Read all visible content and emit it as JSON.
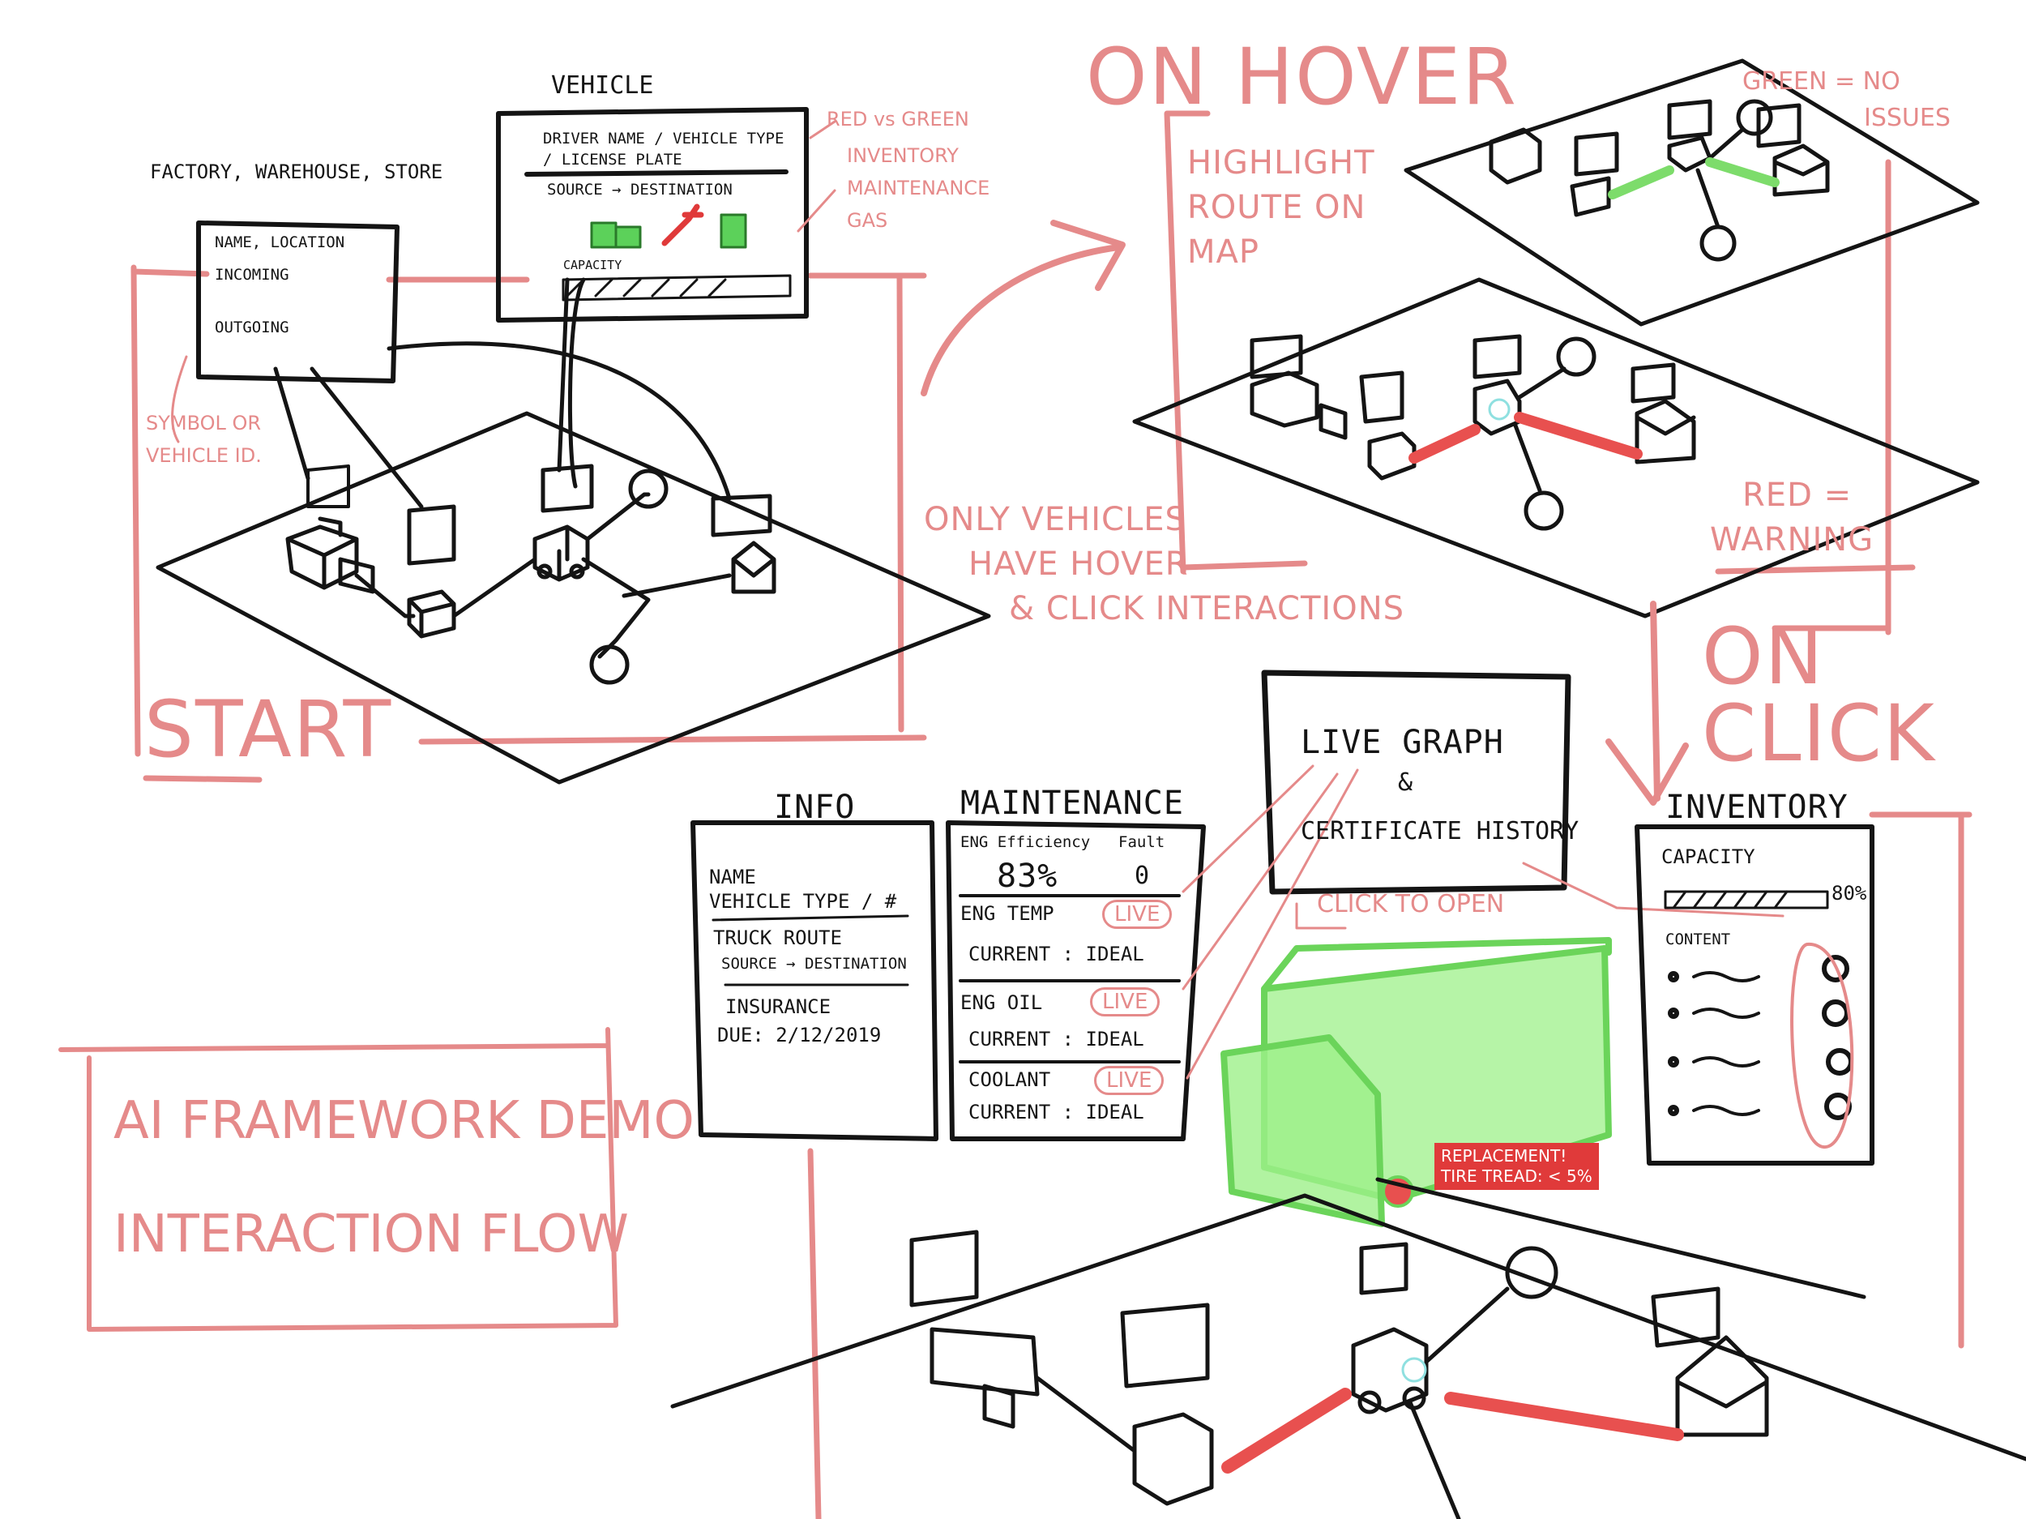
{
  "colors": {
    "ink": "#141414",
    "pink": "#e58a8a",
    "red_route": "#e8504f",
    "green_route": "#7ddc6b",
    "glow": "#9ef08a"
  },
  "start": {
    "title": "START",
    "factory_caption": "FACTORY, WAREHOUSE, STORE",
    "factory_card": {
      "line1": "NAME, LOCATION",
      "line2": "INCOMING",
      "line3": "OUTGOING"
    },
    "vehicle_caption": "VEHICLE",
    "vehicle_card": {
      "line1": "DRIVER NAME / VEHICLE TYPE",
      "line2": "/ LICENSE PLATE",
      "line3": "SOURCE → DESTINATION",
      "line4": "CAPACITY"
    },
    "note_red_green": [
      "RED vs GREEN",
      "INVENTORY",
      "MAINTENANCE",
      "GAS"
    ],
    "note_symbol": [
      "SYMBOL OR",
      "VEHICLE ID."
    ]
  },
  "hover": {
    "title": "ON HOVER",
    "note_highlight": [
      "HIGHLIGHT",
      "ROUTE ON",
      "MAP"
    ],
    "note_green": [
      "GREEN = NO",
      "ISSUES"
    ],
    "note_red": [
      "RED =",
      "WARNING"
    ],
    "note_only": [
      "ONLY VEHICLES",
      "HAVE HOVER",
      "& CLICK INTERACTIONS"
    ]
  },
  "click": {
    "title": [
      "ON",
      "CLICK"
    ],
    "info": {
      "title": "INFO",
      "line1": "NAME",
      "line2": "VEHICLE TYPE / #",
      "line3": "TRUCK ROUTE",
      "line4": "SOURCE → DESTINATION",
      "line5": "INSURANCE",
      "line6": "DUE: 2/12/2019"
    },
    "maintenance": {
      "title": "MAINTENANCE",
      "eng_eff_label": "ENG Efficiency",
      "eng_eff_value": "83%",
      "fault_label": "Fault",
      "fault_value": "0",
      "eng_temp": "ENG TEMP",
      "eng_oil": "ENG OIL",
      "coolant": "COOLANT",
      "current_ideal": "CURRENT : IDEAL",
      "live": "LIVE"
    },
    "live_graph": {
      "line1": "LIVE GRAPH",
      "line2": "&",
      "line3": "CERTIFICATE HISTORY",
      "note": "CLICK TO OPEN"
    },
    "inventory": {
      "title": "INVENTORY",
      "capacity": "CAPACITY",
      "capacity_pct": "80%",
      "content": "CONTENT"
    },
    "alert": {
      "line1": "REPLACEMENT!",
      "line2": "TIRE TREAD: < 5%"
    }
  },
  "footer": {
    "line1": "AI FRAMEWORK DEMO",
    "line2": "INTERACTION FLOW"
  }
}
